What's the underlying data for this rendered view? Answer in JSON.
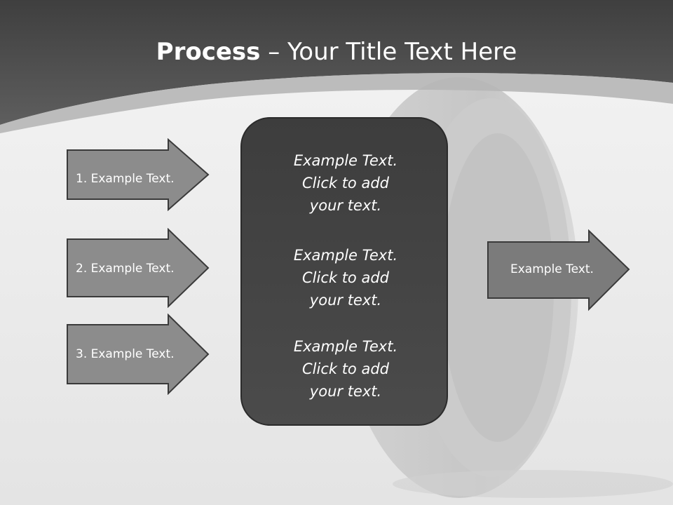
{
  "slide": {
    "title_bold": "Process",
    "title_separator": " – ",
    "title_rest": "Your Title Text Here"
  },
  "left_arrows": [
    {
      "label": "1. Example Text."
    },
    {
      "label": "2. Example Text."
    },
    {
      "label": "3. Example Text."
    }
  ],
  "center_box": {
    "blocks": [
      {
        "lines": [
          "Example Text.",
          "Click  to add",
          "your text."
        ]
      },
      {
        "lines": [
          "Example Text.",
          "Click  to add",
          "your text."
        ]
      },
      {
        "lines": [
          "Example Text.",
          "Click  to add",
          "your text."
        ]
      }
    ]
  },
  "right_arrow": {
    "label": "Example Text."
  },
  "colors": {
    "header": "#4c4c4c",
    "arrow_fill": "#8c8c8c",
    "center_fill": "#414141"
  },
  "decoration": {
    "background_image": "tire-icon"
  }
}
